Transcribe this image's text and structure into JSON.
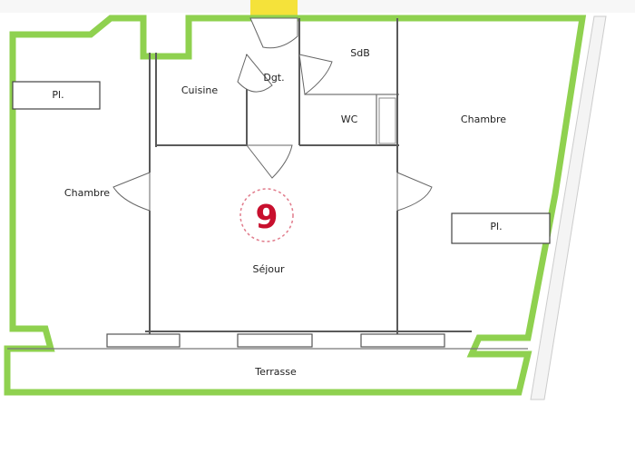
{
  "colors": {
    "outline_green": "#8fd14f",
    "entrance_yellow": "#f5e23a",
    "logo_red": "#c8102e",
    "wall_gray": "#5a5a5a"
  },
  "rooms": {
    "chambre_left": "Chambre",
    "placard_left": "Pl.",
    "cuisine": "Cuisine",
    "degagement": "Dgt.",
    "sdb": "SdB",
    "wc": "WC",
    "chambre_right": "Chambre",
    "placard_right": "Pl.",
    "sejour": "Séjour",
    "terrasse": "Terrasse"
  },
  "watermark": {
    "logo_glyph": "9"
  }
}
